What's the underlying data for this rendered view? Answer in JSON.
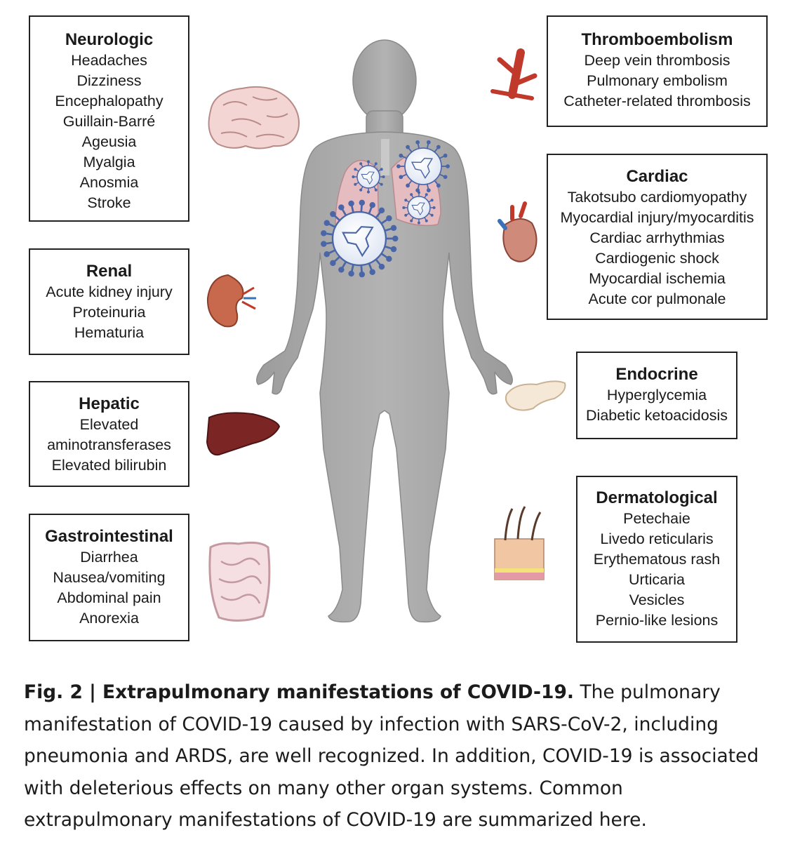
{
  "figure": {
    "boxes": {
      "neurologic": {
        "title": "Neurologic",
        "items": [
          "Headaches",
          "Dizziness",
          "Encephalopathy",
          "Guillain-Barré",
          "Ageusia",
          "Myalgia",
          "Anosmia",
          "Stroke"
        ]
      },
      "renal": {
        "title": "Renal",
        "items": [
          "Acute kidney injury",
          "Proteinuria",
          "Hematuria"
        ]
      },
      "hepatic": {
        "title": "Hepatic",
        "items": [
          "Elevated",
          "aminotransferases",
          "Elevated bilirubin"
        ]
      },
      "gastrointestinal": {
        "title": "Gastrointestinal",
        "items": [
          "Diarrhea",
          "Nausea/vomiting",
          "Abdominal pain",
          "Anorexia"
        ]
      },
      "thromboembolism": {
        "title": "Thromboembolism",
        "items": [
          "Deep vein thrombosis",
          "Pulmonary embolism",
          "Catheter-related thrombosis"
        ]
      },
      "cardiac": {
        "title": "Cardiac",
        "items": [
          "Takotsubo cardiomyopathy",
          "Myocardial injury/myocarditis",
          "Cardiac arrhythmias",
          "Cardiogenic shock",
          "Myocardial ischemia",
          "Acute cor pulmonale"
        ]
      },
      "endocrine": {
        "title": "Endocrine",
        "items": [
          "Hyperglycemia",
          "Diabetic ketoacidosis"
        ]
      },
      "dermatological": {
        "title": "Dermatological",
        "items": [
          "Petechaie",
          "Livedo reticularis",
          "Erythematous rash",
          "Urticaria",
          "Vesicles",
          "Pernio-like lesions"
        ]
      }
    },
    "icons": [
      "brain-icon",
      "kidney-icon",
      "liver-icon",
      "intestine-icon",
      "blood-vessel-icon",
      "heart-icon",
      "pancreas-icon",
      "skin-icon",
      "human-body-icon",
      "lungs-icon",
      "virus-icon"
    ],
    "colors": {
      "body": "#a9a9a9",
      "lungs": "#e3b9bb",
      "virus": "#4b66a8",
      "liver": "#7a2424",
      "vessel": "#c0392b"
    }
  },
  "caption": {
    "label": "Fig. 2 | Extrapulmonary manifestations of COVID-19.",
    "text": " The pulmonary manifestation of COVID-19 caused by infection with SARS-CoV-2, including pneumonia and ARDS, are well recognized. In addition, COVID-19 is associated with deleterious effects on many other organ systems. Common extrapulmonary manifestations of COVID-19 are summarized here."
  }
}
